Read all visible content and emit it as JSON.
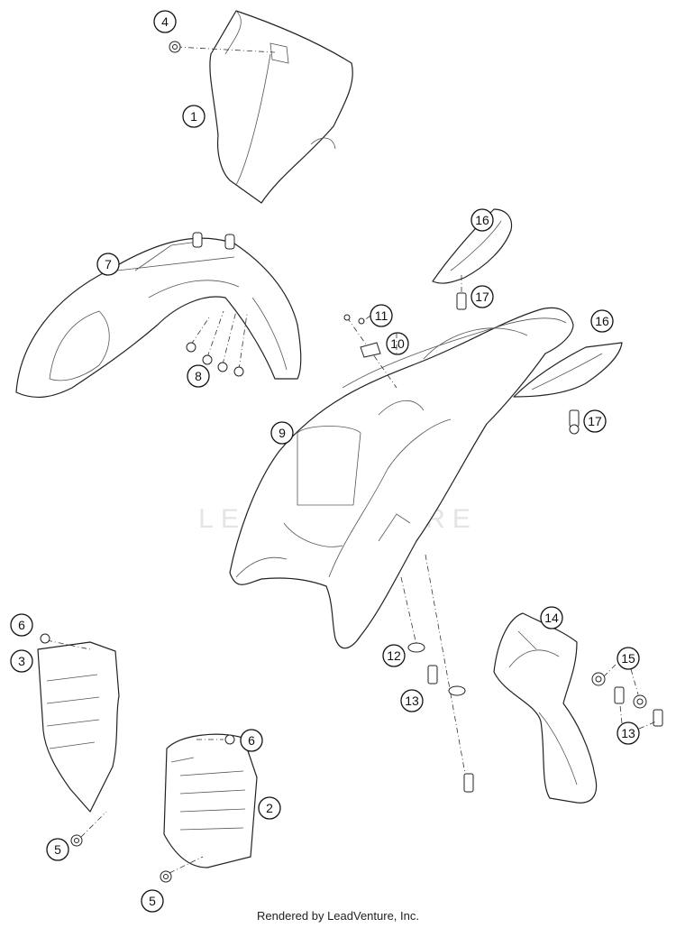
{
  "diagram": {
    "watermark": "LEADVENTURE",
    "footer": "Rendered by LeadVenture, Inc.",
    "callouts": [
      {
        "id": "c4",
        "label": "4"
      },
      {
        "id": "c1",
        "label": "1"
      },
      {
        "id": "c16a",
        "label": "16"
      },
      {
        "id": "c7",
        "label": "7"
      },
      {
        "id": "c17a",
        "label": "17"
      },
      {
        "id": "c11",
        "label": "11"
      },
      {
        "id": "c16b",
        "label": "16"
      },
      {
        "id": "c10",
        "label": "10"
      },
      {
        "id": "c8",
        "label": "8"
      },
      {
        "id": "c17b",
        "label": "17"
      },
      {
        "id": "c9",
        "label": "9"
      },
      {
        "id": "c6a",
        "label": "6"
      },
      {
        "id": "c14",
        "label": "14"
      },
      {
        "id": "c3",
        "label": "3"
      },
      {
        "id": "c12",
        "label": "12"
      },
      {
        "id": "c15",
        "label": "15"
      },
      {
        "id": "c13a",
        "label": "13"
      },
      {
        "id": "c13b",
        "label": "13"
      },
      {
        "id": "c6b",
        "label": "6"
      },
      {
        "id": "c2",
        "label": "2"
      },
      {
        "id": "c5a",
        "label": "5"
      },
      {
        "id": "c5b",
        "label": "5"
      }
    ]
  }
}
